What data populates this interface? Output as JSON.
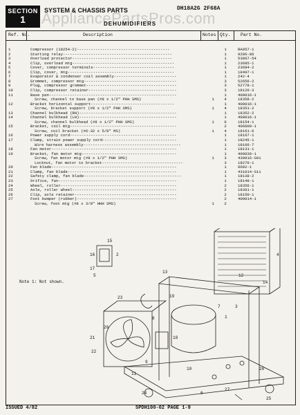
{
  "header": {
    "section_label": "SECTION",
    "section_number": "1",
    "title": "SYSTEM & CHASSIS PARTS",
    "subtitle": "DEHUMIDIFIERS",
    "model": "DH18A2G  2F68A",
    "watermark": "AppliancePartsPros.com"
  },
  "columns": {
    "ref": "Ref. No.",
    "description": "Description",
    "notes": "Notes",
    "qty": "Qty.",
    "part": "Part No."
  },
  "rows": [
    {
      "ref": "1",
      "desc": "Compressor (18254-2)----------------------------------------",
      "notes": "",
      "qty": "1",
      "part": "RA957-1"
    },
    {
      "ref": "2",
      "desc": "Starting relay-----------------------------------------------",
      "notes": "",
      "qty": "1",
      "part": "9286-86"
    },
    {
      "ref": "3",
      "desc": "Overload protector-------------------------------------------",
      "notes": "",
      "qty": "1",
      "part": "53067-54"
    },
    {
      "ref": "4",
      "desc": "Clip, overload mtg--------------------------------------------",
      "notes": "",
      "qty": "1",
      "part": "23685-1"
    },
    {
      "ref": "5",
      "desc": "Cover, compressor terminals-----------------------------------",
      "notes": "",
      "qty": "1",
      "part": "23684-2"
    },
    {
      "ref": "6",
      "desc": "Clip, cover, mtg----------------------------------------------",
      "notes": "",
      "qty": "1",
      "part": "18497-1"
    },
    {
      "ref": "7",
      "desc": "Evaporator & condenser coil assembly---------------------------",
      "notes": "",
      "qty": "1",
      "part": "242-4"
    },
    {
      "ref": "8",
      "desc": "Grommet, compressor mtg----------------------------------------",
      "notes": "",
      "qty": "3",
      "part": "52656-2"
    },
    {
      "ref": "9",
      "desc": "Plug, compressor grommet---------------------------------------",
      "notes": "",
      "qty": "3",
      "part": "52778-1"
    },
    {
      "ref": "10",
      "desc": "Clip, compressor retainer--------------------------------------",
      "notes": "",
      "qty": "3",
      "part": "18126-3"
    },
    {
      "ref": "11",
      "desc": "Base pan-------------------------------------------------------",
      "notes": "",
      "qty": "1",
      "part": "400016-1"
    },
    {
      "ref": "",
      "desc": "Screw, channel to base pan (#8 x 1/2\" PHH SMS)",
      "notes": "1",
      "qty": "4",
      "part": "18358-2"
    },
    {
      "ref": "12",
      "desc": "Bracket horizontal support------------------------------------",
      "notes": "",
      "qty": "1",
      "part": "400016-1"
    },
    {
      "ref": "",
      "desc": "Screw, bracket support (#8 x 1/2\" PHH SMS)",
      "notes": "1",
      "qty": "4",
      "part": "18351-2"
    },
    {
      "ref": "13",
      "desc": "Channel bulkhead (RH)------------------------------------------",
      "notes": "",
      "qty": "1",
      "part": "18352-2"
    },
    {
      "ref": "14",
      "desc": "Channel bulkhead (LH)------------------------------------------",
      "notes": "",
      "qty": "1",
      "part": "400016-1"
    },
    {
      "ref": "",
      "desc": "Screw, channel bulkhead (#8 x 1/2\" PHH SMS)",
      "notes": "1",
      "qty": "6",
      "part": "18154-1"
    },
    {
      "ref": "15",
      "desc": "Bracket, coil mtg----------------------------------------------",
      "notes": "",
      "qty": "2",
      "part": "406009-1"
    },
    {
      "ref": "",
      "desc": "Screw, coil bracket (#6-32 x 5/8\" MS)",
      "notes": "1",
      "qty": "4",
      "part": "18161-6"
    },
    {
      "ref": "16",
      "desc": "Power supply cord----------------------------------------------",
      "notes": "",
      "qty": "1",
      "part": "18167-1"
    },
    {
      "ref": "17",
      "desc": "Clamp, strain power supply cord--------------------------------",
      "notes": "",
      "qty": "1",
      "part": "18245-1"
    },
    {
      "ref": "",
      "desc": "Wire harness assembly------------------------------------------",
      "notes": "",
      "qty": "1",
      "part": "18166-7"
    },
    {
      "ref": "18",
      "desc": "Fan motor------------------------------------------------------",
      "notes": "",
      "qty": "1",
      "part": "18131-1"
    },
    {
      "ref": "19",
      "desc": "Bracket, fan motor mtg-----------------------------------------",
      "notes": "",
      "qty": "1",
      "part": "400030-1"
    },
    {
      "ref": "",
      "desc": "Screw, fan motor mtg (#8 x 1/2\" PHH SMS)",
      "notes": "1",
      "qty": "3",
      "part": "430016-S01"
    },
    {
      "ref": "",
      "desc": "Locknut, fan motor to bracket-----------------------------------",
      "notes": "",
      "qty": "3",
      "part": "18270-1"
    },
    {
      "ref": "20",
      "desc": "Fan blade------------------------------------------------------",
      "notes": "",
      "qty": "1",
      "part": "9602-1"
    },
    {
      "ref": "21",
      "desc": "Clamp, fan blade-----------------------------------------------",
      "notes": "",
      "qty": "1",
      "part": "431014-S11"
    },
    {
      "ref": "22",
      "desc": "Safety clamp, fan blade------------------------------------------",
      "notes": "",
      "qty": "1",
      "part": "18138-2"
    },
    {
      "ref": "23",
      "desc": "Orifice, fan---------------------------------------------------",
      "notes": "",
      "qty": "1",
      "part": "18148-1"
    },
    {
      "ref": "24",
      "desc": "Wheel, roller--------------------------------------------------",
      "notes": "",
      "qty": "2",
      "part": "18356-1"
    },
    {
      "ref": "25",
      "desc": "Axle, roller wheel---------------------------------------------",
      "notes": "",
      "qty": "2",
      "part": "18361-1"
    },
    {
      "ref": "26",
      "desc": "Clip, axle retainer--------------------------------------------",
      "notes": "",
      "qty": "2",
      "part": "18150-1"
    },
    {
      "ref": "27",
      "desc": "Foot bumper (rubber)-------------------------------------------",
      "notes": "",
      "qty": "2",
      "part": "400014-1"
    },
    {
      "ref": "",
      "desc": "Screw, foot mtg (#8 x 3/8\" HHH SMS)",
      "notes": "1",
      "qty": "2",
      "part": ""
    }
  ],
  "note": "Note 1:  Not shown.",
  "footer": {
    "issued": "ISSUED 4/82",
    "page": "SPDH100-02  PAGE 1-9"
  },
  "diagram": {
    "callouts": [
      "7",
      "15",
      "16",
      "17",
      "2",
      "5",
      "4",
      "3",
      "1",
      "8",
      "10",
      "9",
      "12",
      "13",
      "14",
      "11",
      "18",
      "19",
      "20",
      "21",
      "22",
      "23",
      "24",
      "25",
      "26",
      "27",
      "6"
    ]
  }
}
